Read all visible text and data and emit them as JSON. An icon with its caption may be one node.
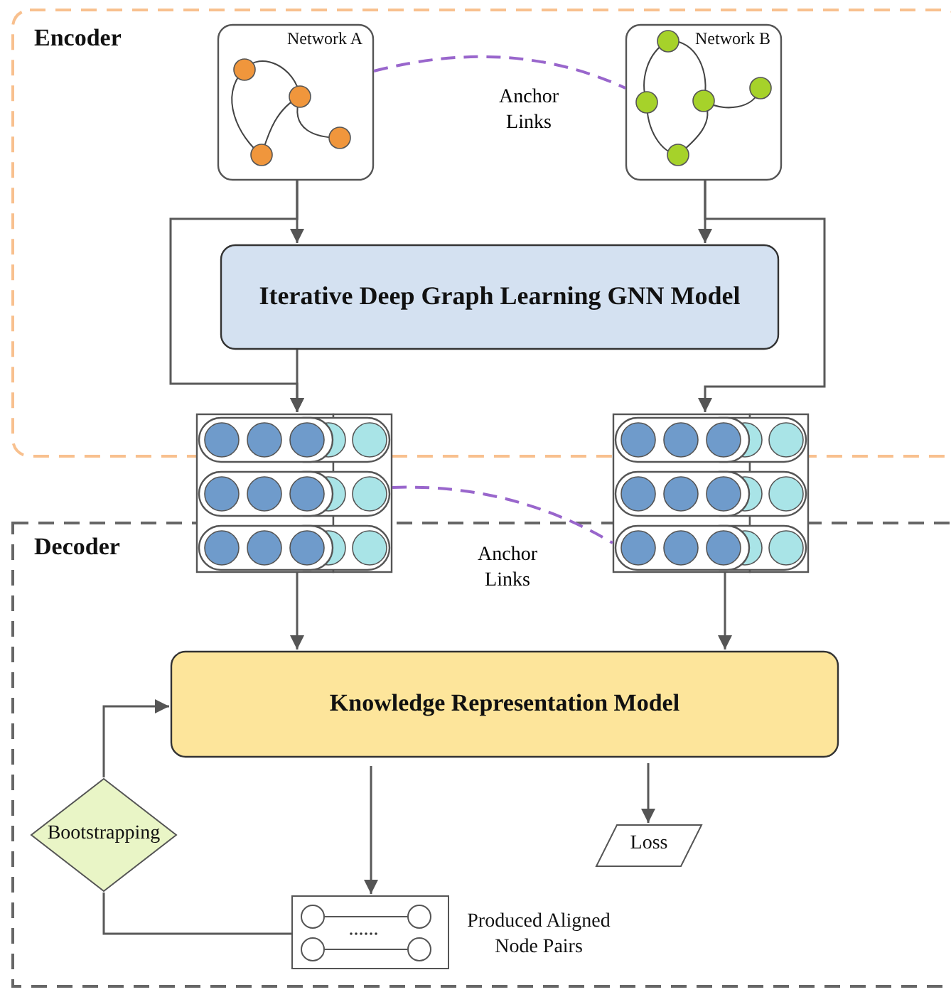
{
  "diagram": {
    "nodes": [
      {
        "text": [
          "Encoder"
        ]
      },
      {
        "text": [
          "Decoder"
        ]
      },
      {
        "text": [
          "Network A"
        ],
        "in": 0
      },
      {
        "text": [
          "Network B"
        ],
        "in": 0
      },
      {
        "text": [
          "Iterative Deep Graph Learning GNN Model"
        ],
        "in": 0
      },
      {
        "text": [],
        "shape": "box"
      },
      {
        "text": [],
        "shape": "box"
      },
      {
        "text": [
          "Knowledge Representation Model"
        ],
        "in": 1
      },
      {
        "text": [
          "Bootstrapping"
        ],
        "in": 1
      },
      {
        "text": [
          "Loss"
        ],
        "in": 1
      },
      {
        "text": [],
        "shape": "box",
        "beside": [
          "Produced Aligned Node Pairs"
        ],
        "in": 1
      }
    ],
    "edges": [
      {
        "from": 2,
        "to": 4,
        "arrow": "to"
      },
      {
        "from": 2,
        "to": 5,
        "arrow": "to"
      },
      {
        "from": 4,
        "to": 5,
        "arrow": "to"
      },
      {
        "from": 3,
        "to": 4,
        "arrow": "to"
      },
      {
        "from": 3,
        "to": 6,
        "arrow": "to"
      },
      {
        "from": 2,
        "to": 3,
        "arrow": "none",
        "label": "Anchor Links",
        "style": "dashed",
        "color": "#9966cc"
      },
      {
        "from": 5,
        "to": 6,
        "arrow": "none",
        "label": "Anchor Links",
        "style": "dashed",
        "color": "#9966cc"
      },
      {
        "from": 5,
        "to": 7,
        "arrow": "to"
      },
      {
        "from": 6,
        "to": 7,
        "arrow": "to"
      },
      {
        "from": 8,
        "to": 7,
        "arrow": "to"
      },
      {
        "from": 10,
        "to": 8,
        "arrow": "none"
      },
      {
        "from": 7,
        "to": 10,
        "arrow": "to"
      },
      {
        "from": 7,
        "to": 9,
        "arrow": "to"
      }
    ]
  }
}
